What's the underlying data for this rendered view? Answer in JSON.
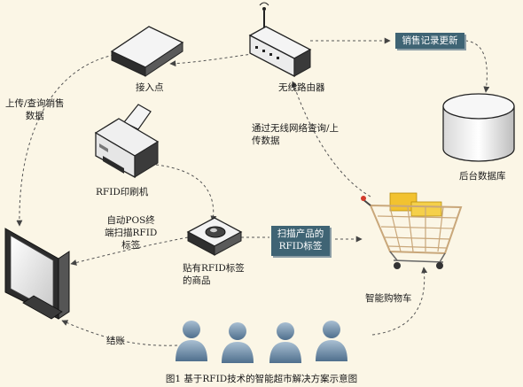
{
  "nodes": {
    "access_point": "接入点",
    "wireless_router": "无线路由器",
    "sales_update": "销售记录更新",
    "backend_db": "后台数据库",
    "rfid_printer": "RFID印刷机",
    "tagged_product": [
      "贴有RFID标签",
      "的商品"
    ],
    "scan_tag": [
      "扫描产品的",
      "RFID标签"
    ],
    "smart_cart": "智能购物车",
    "pos_terminal": [
      "自动POS终",
      "端扫描RFID",
      "标签"
    ]
  },
  "edges": {
    "upload_query": [
      "上传/查询销售",
      "数据"
    ],
    "wireless_query": [
      "通过无线网络查询/上",
      "传数据"
    ],
    "checkout": "结账"
  },
  "caption": "图1  基于RFID技术的智能超市解决方案示意图",
  "colors": {
    "background": "#fbf6e6",
    "box_fill": "#3f6474",
    "box_text": "#ffffff",
    "device_light": "#f2f2f2",
    "device_dark": "#2a2a2a",
    "person_blue": "#6f8ea8",
    "cart_red": "#d23a2a",
    "cart_yellow": "#f2c230"
  }
}
